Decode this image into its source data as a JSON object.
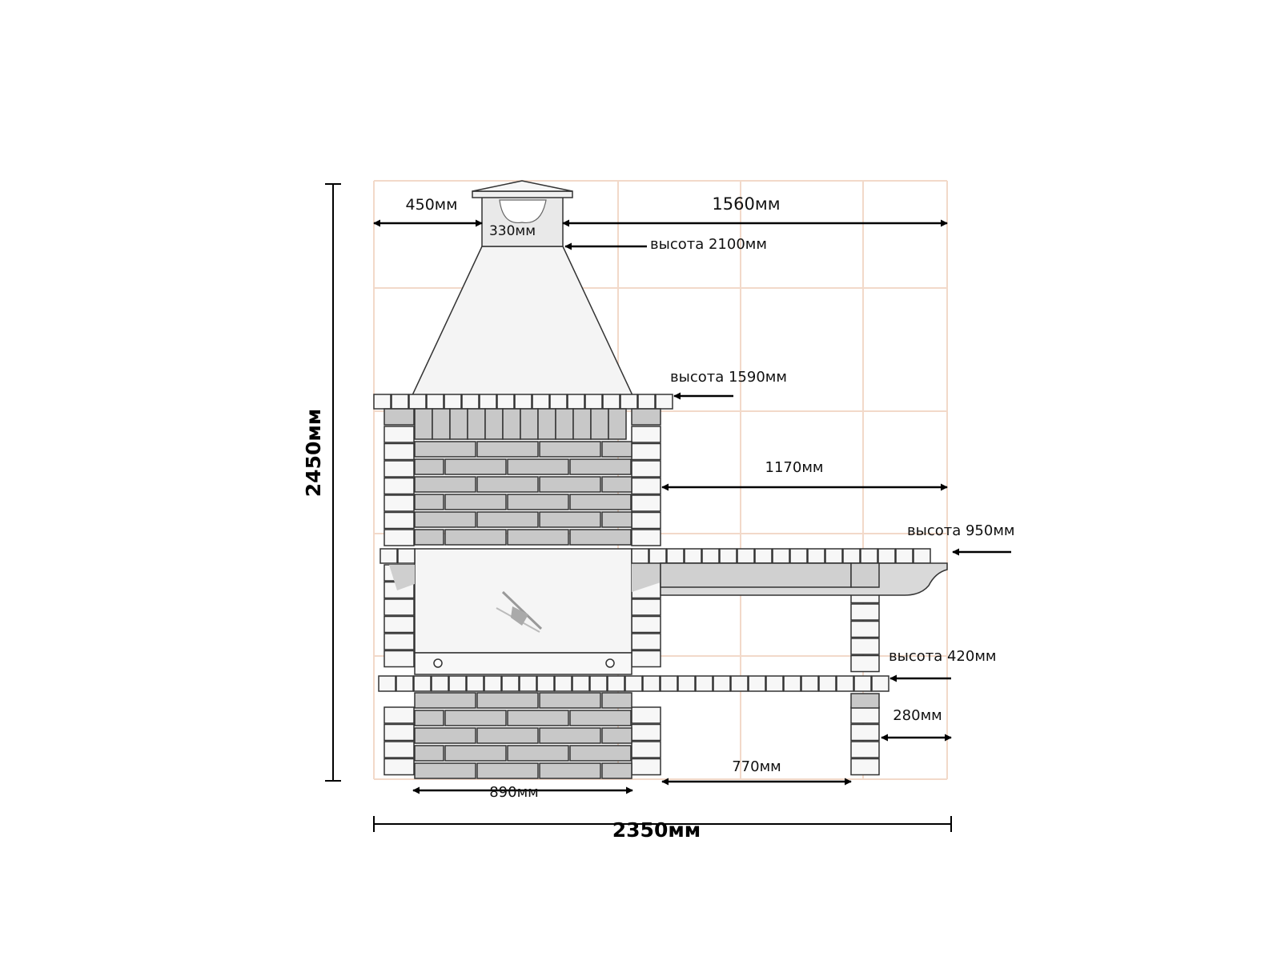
{
  "dimensions": {
    "total_width": "2350мм",
    "total_height": "2450мм",
    "left_offset": "450мм",
    "chimney_width": "330мм",
    "right_span_top": "1560мм",
    "chimney_height": "высота 2100мм",
    "hood_base_height": "высота 1590мм",
    "side_span": "1170мм",
    "worktop_height": "высота 950мм",
    "lower_shelf_height": "высота 420мм",
    "leg_width": "280мм",
    "lower_opening": "770мм",
    "base_width": "890мм"
  },
  "colors": {
    "grid": "#f2d9c9",
    "outline": "#333333",
    "brick_dark": "#c8c8c8",
    "brick_light": "#f7f7f7",
    "hood_fill": "#f4f4f4"
  }
}
